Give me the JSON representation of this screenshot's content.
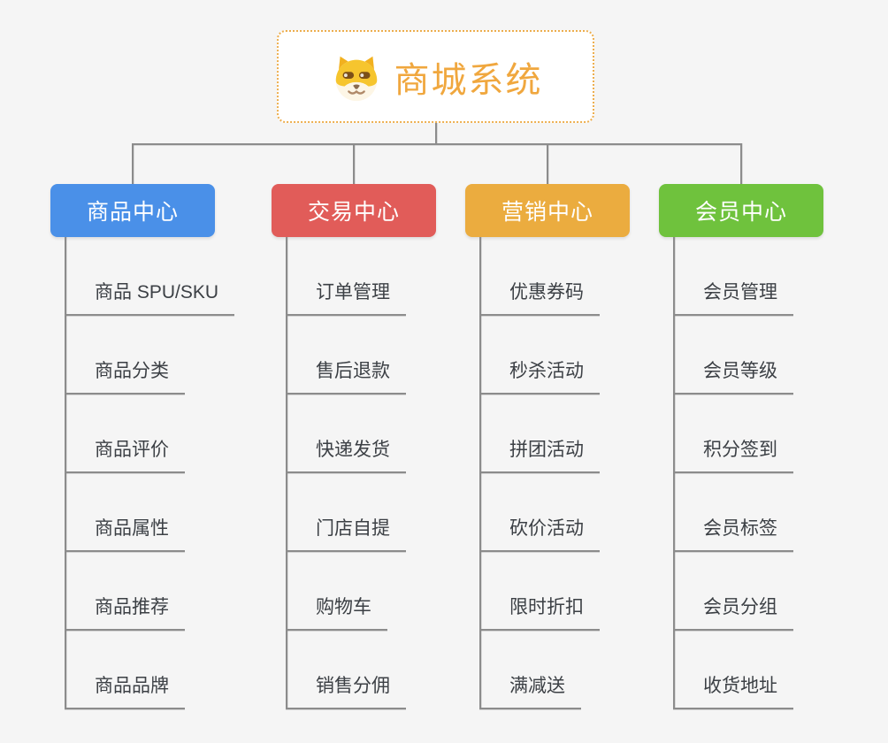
{
  "page": {
    "background": "#f5f5f5",
    "connector_color": "#8c8c8c"
  },
  "root": {
    "title": "商城系统",
    "icon": "dog-face-icon",
    "text_color": "#f0a73e",
    "border_color": "#edae4e"
  },
  "branches": [
    {
      "label": "商品中心",
      "color": "#4a90e8",
      "items": [
        "商品 SPU/SKU",
        "商品分类",
        "商品评价",
        "商品属性",
        "商品推荐",
        "商品品牌"
      ]
    },
    {
      "label": "交易中心",
      "color": "#e15c59",
      "items": [
        "订单管理",
        "售后退款",
        "快递发货",
        "门店自提",
        "购物车",
        "销售分佣"
      ]
    },
    {
      "label": "营销中心",
      "color": "#ebac3f",
      "items": [
        "优惠券码",
        "秒杀活动",
        "拼团活动",
        "砍价活动",
        "限时折扣",
        "满减送"
      ]
    },
    {
      "label": "会员中心",
      "color": "#6fc23d",
      "items": [
        "会员管理",
        "会员等级",
        "积分签到",
        "会员标签",
        "会员分组",
        "收货地址"
      ]
    }
  ]
}
